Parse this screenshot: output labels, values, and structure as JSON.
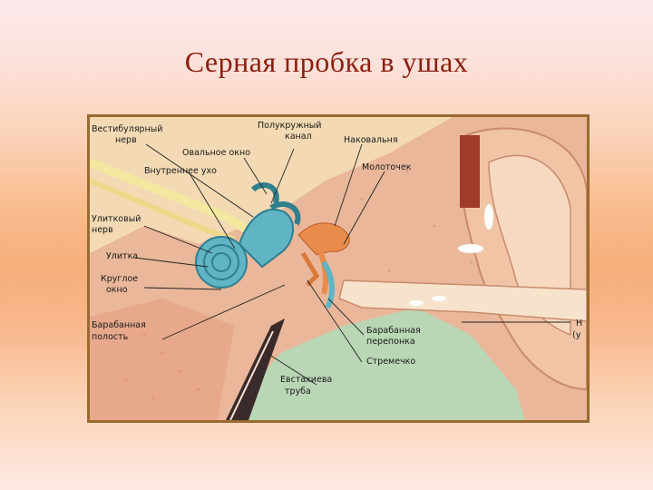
{
  "slide": {
    "title": "Серная пробка в ушах"
  },
  "diagram": {
    "labels": {
      "vestibular_nerve_1": "Вестибулярный",
      "vestibular_nerve_2": "нерв",
      "oval_window": "Овальное окно",
      "semicircular_canal_1": "Полукружный",
      "semicircular_canal_2": "канал",
      "incus": "Наковальня",
      "malleus": "Молоточек",
      "inner_ear": "Внутреннее ухо",
      "cochlear_nerve_1": "Улитковый",
      "cochlear_nerve_2": "нерв",
      "cochlea": "Улитка",
      "round_window_1": "Круглое",
      "round_window_2": "окно",
      "tympanic_cavity_1": "Барабанная",
      "tympanic_cavity_2": "полость",
      "eardrum_1": "Барабанная",
      "eardrum_2": "перепонка",
      "stapes": "Стремечко",
      "eustachian_tube_1": "Евстахиева",
      "eustachian_tube_2": "труба",
      "cut_label_1": "Н",
      "cut_label_2": "(у"
    }
  }
}
